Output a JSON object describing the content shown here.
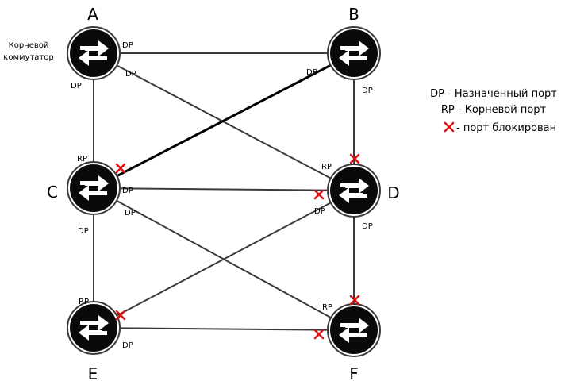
{
  "nodes": {
    "A": {
      "label": "A"
    },
    "B": {
      "label": "B"
    },
    "C": {
      "label": "C"
    },
    "D": {
      "label": "D"
    },
    "E": {
      "label": "E"
    },
    "F": {
      "label": "F"
    }
  },
  "root_label": {
    "line1": "Корневой",
    "line2": "коммутатор"
  },
  "port_labels": {
    "a_right": "DP",
    "a_diag": "DP",
    "a_down": "DP",
    "b_diag": "DP",
    "b_down": "DP",
    "c_up": "RP",
    "c_right": "DP",
    "c_diag": "DP",
    "c_down": "DP",
    "d_upleft": "RP",
    "d_downleft": "DP",
    "d_down": "DP",
    "e_up": "RP",
    "e_right": "DP",
    "f_upleft": "RP"
  },
  "legend": {
    "dp": "DP - Назначенный порт",
    "rp": "RP - Корневой порт",
    "blocked": "- порт блокирован"
  },
  "colors": {
    "blocked": "#e01010",
    "node": "#000000",
    "link": "#3a3a3a"
  },
  "icons": {
    "node": "switch-icon",
    "blocked": "blocked-port-icon"
  }
}
